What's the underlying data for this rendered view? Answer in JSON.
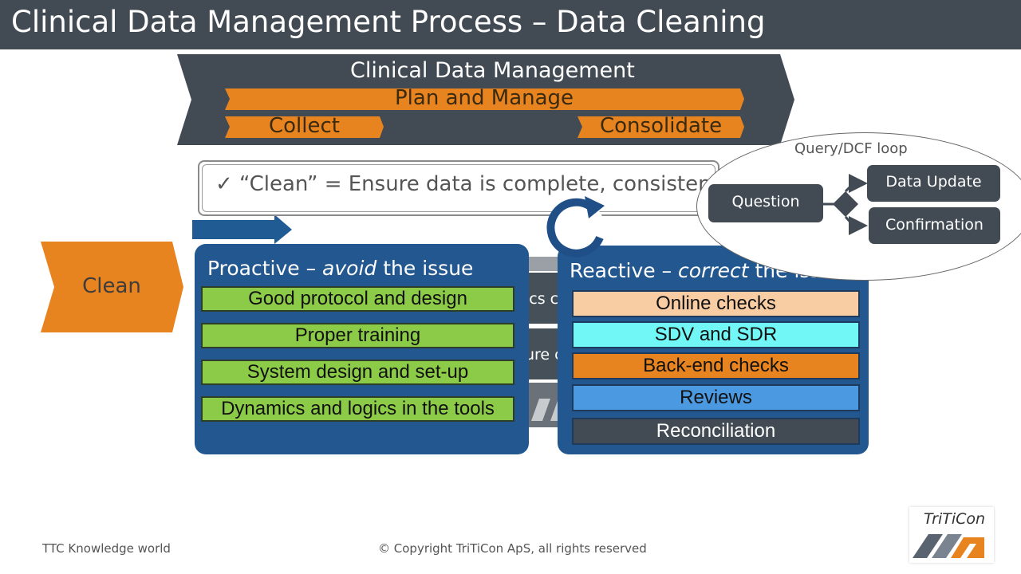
{
  "title": "Clinical Data Management Process – Data Cleaning",
  "top_banner": {
    "title": "Clinical Data Management",
    "plan": "Plan and Manage",
    "collect": "Collect",
    "consolidate": "Consolidate"
  },
  "clean_label": "Clean",
  "check_text": "✓ “Clean” = Ensure data is complete, consistent",
  "proactive": {
    "title_prefix": "Proactive – ",
    "title_em": "avoid",
    "title_suffix": " the issue",
    "items": [
      "Good protocol and design",
      "Proper training",
      "System design and set-up",
      "Dynamics and logics in the tools"
    ]
  },
  "behind_fragments": [
    "ics c",
    "ure c"
  ],
  "reactive": {
    "title_prefix": "Reactive – ",
    "title_em": "correct",
    "title_suffix": " the issue",
    "items": [
      {
        "label": "Online checks",
        "bg": "#f9cda3",
        "fg": "#111111"
      },
      {
        "label": "SDV and SDR",
        "bg": "#72f7f7",
        "fg": "#111111"
      },
      {
        "label": "Back-end checks",
        "bg": "#e8841f",
        "fg": "#111111"
      },
      {
        "label": "Reviews",
        "bg": "#4b9ae1",
        "fg": "#111111"
      },
      {
        "label": "Reconciliation",
        "bg": "#424b54",
        "fg": "#ffffff"
      }
    ]
  },
  "query_loop": {
    "label": "Query/DCF loop",
    "question": "Question",
    "data_update": "Data Update",
    "confirmation": "Confirmation"
  },
  "footer": {
    "left": "TTC Knowledge world",
    "center": "© Copyright TriTiCon ApS, all rights reserved",
    "logo": "TriTiCon"
  },
  "colors": {
    "dark": "#424b54",
    "orange": "#e8841f",
    "blue_panel": "#22588f",
    "green": "#8ccb48",
    "arrow_blue": "#215b94"
  }
}
